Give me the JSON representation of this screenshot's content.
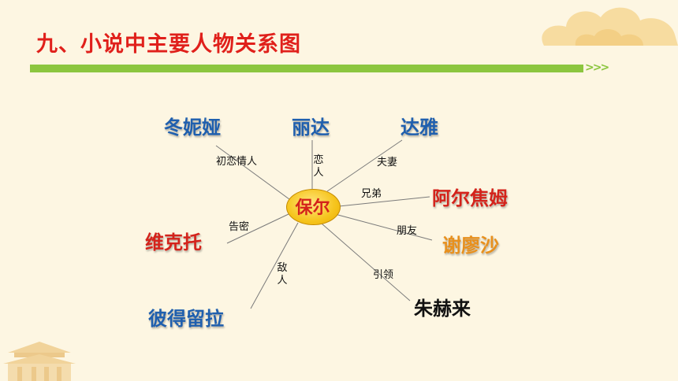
{
  "slide": {
    "title": "九、小说中主要人物关系图"
  },
  "diagram": {
    "center": {
      "name": "保尔",
      "color": "#d4231b"
    },
    "characters": [
      {
        "id": "dongniya",
        "name": "冬妮娅",
        "color": "#1f5fae",
        "relation": "初恋情人"
      },
      {
        "id": "lida",
        "name": "丽达",
        "color": "#1f5fae",
        "relation": "恋人"
      },
      {
        "id": "daya",
        "name": "达雅",
        "color": "#1f5fae",
        "relation": "夫妻"
      },
      {
        "id": "aerjiaomu",
        "name": "阿尔焦姆",
        "color": "#d4231b",
        "relation": "兄弟"
      },
      {
        "id": "xieliaosha",
        "name": "谢廖沙",
        "color": "#e8901d",
        "relation": "朋友"
      },
      {
        "id": "zhuhelai",
        "name": "朱赫来",
        "color": "#111111",
        "relation": "引领"
      },
      {
        "id": "bidelila",
        "name": "彼得留拉",
        "color": "#1f5fae",
        "relation": "敌人"
      },
      {
        "id": "weiketuo",
        "name": "维克托",
        "color": "#d4231b",
        "relation": "告密"
      }
    ]
  }
}
